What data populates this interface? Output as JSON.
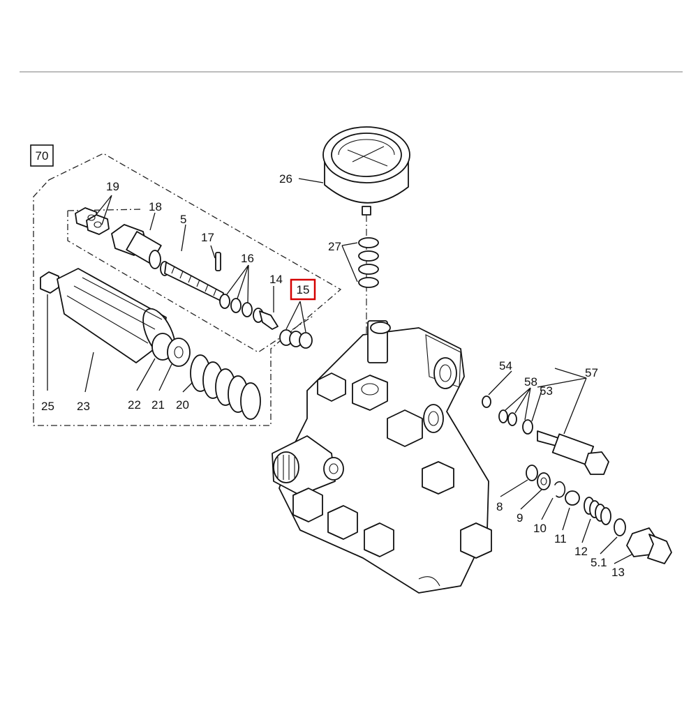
{
  "diagram": {
    "assembly_label": "70",
    "highlighted_label": "15",
    "highlight_color": "#d40000",
    "part_labels": {
      "p19": "19",
      "p18": "18",
      "p5": "5",
      "p17": "17",
      "p16": "16",
      "p14": "14",
      "p26": "26",
      "p27": "27",
      "p25": "25",
      "p23": "23",
      "p22": "22",
      "p21": "21",
      "p20": "20",
      "p54": "54",
      "p58": "58",
      "p53": "53",
      "p57": "57",
      "p8": "8",
      "p9": "9",
      "p10": "10",
      "p11": "11",
      "p12": "12",
      "p51": "5.1",
      "p13": "13"
    }
  }
}
